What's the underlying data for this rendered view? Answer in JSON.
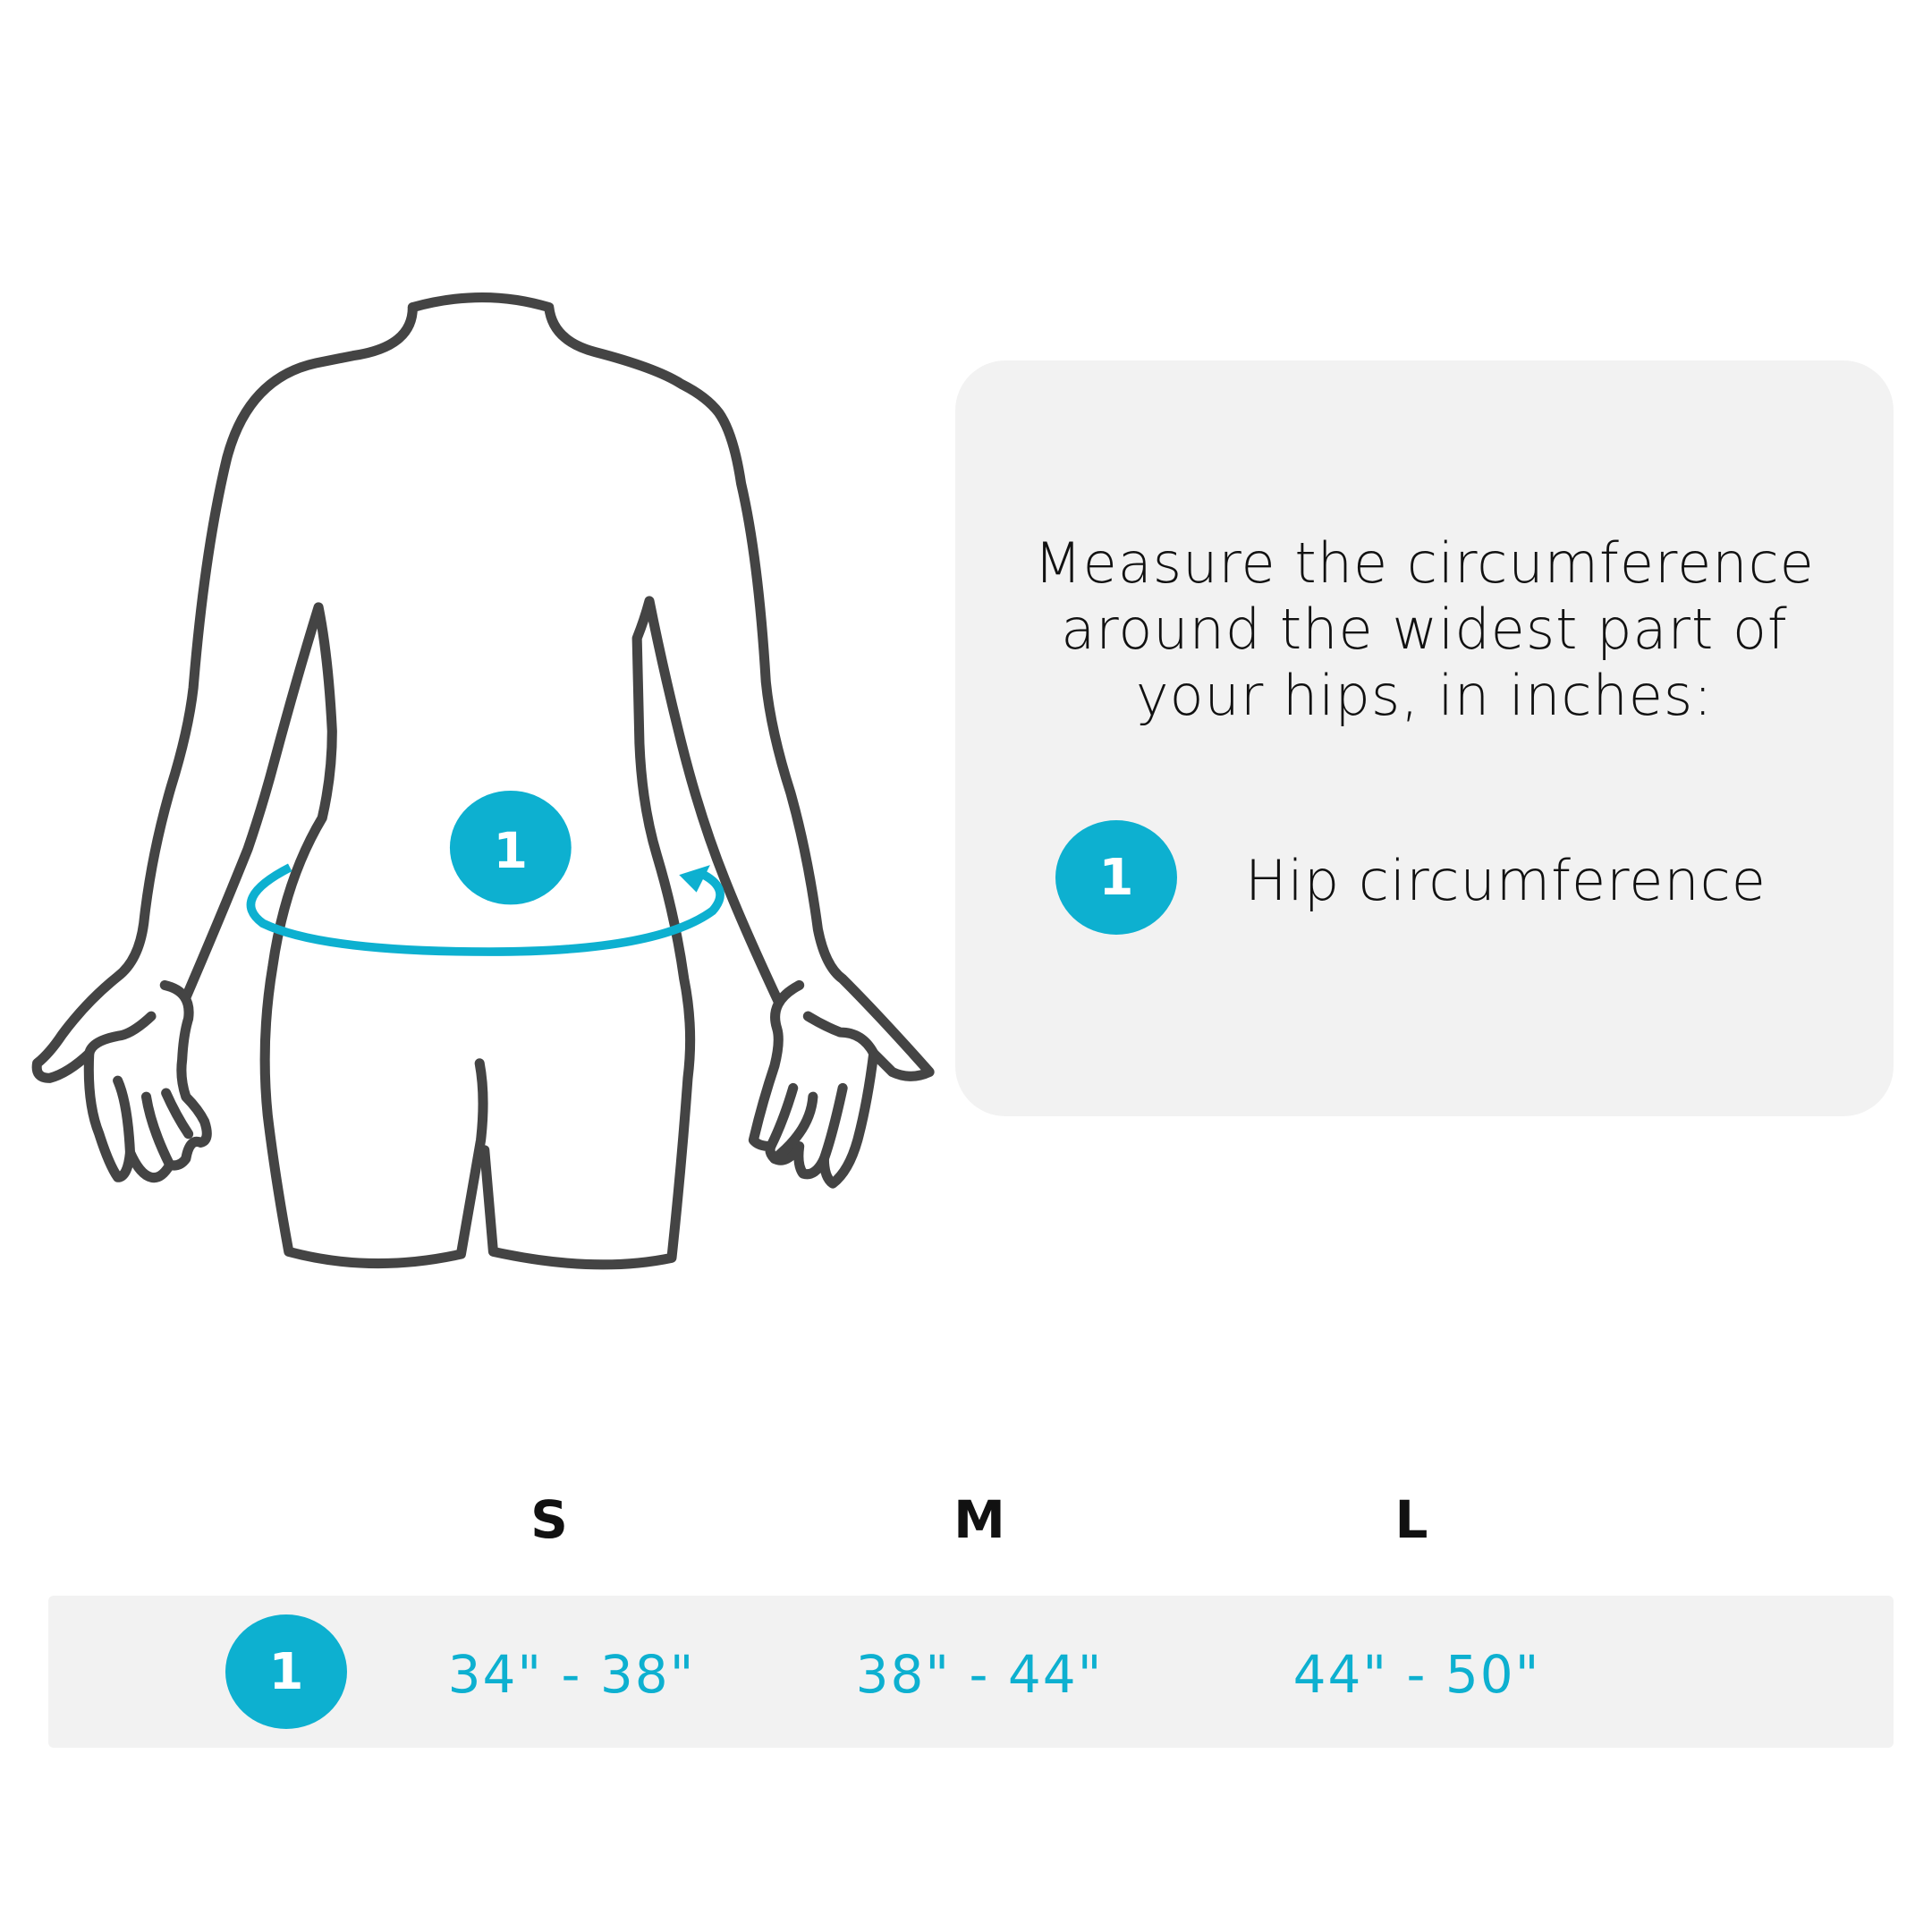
{
  "instruction": {
    "line1": "Measure the circumference",
    "line2": "around the widest part of",
    "line3": "your hips, in inches:"
  },
  "legend": {
    "badge": "1",
    "label": "Hip circumference"
  },
  "figure": {
    "badge": "1"
  },
  "sizes": {
    "headers": [
      "S",
      "M",
      "L"
    ],
    "rows": [
      {
        "badge": "1",
        "values": [
          "34\" - 38\"",
          "38\" - 44\"",
          "44\" - 50\""
        ]
      }
    ]
  },
  "colors": {
    "accent": "#0db0d0",
    "outline": "#444444",
    "panel": "#f2f2f2"
  }
}
